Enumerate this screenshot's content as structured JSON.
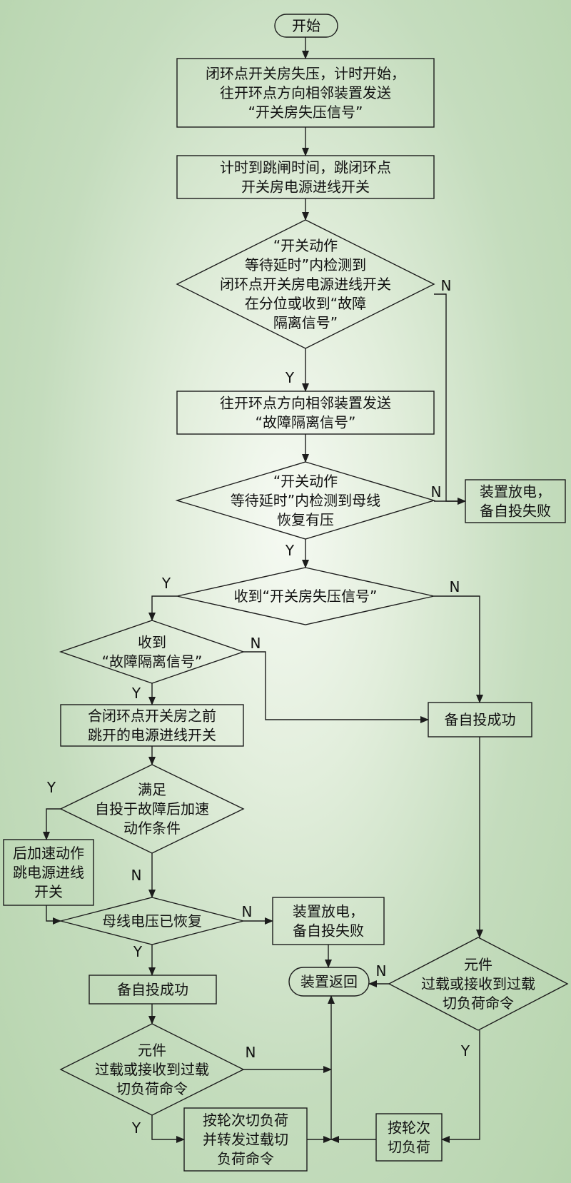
{
  "nodes": {
    "start": [
      "开始"
    ],
    "n1": [
      "闭环点开关房失压，计时开始，",
      "往开环点方向相邻装置发送",
      "“开关房失压信号”"
    ],
    "n2": [
      "计时到跳闸时间，跳闭环点",
      "开关房电源进线开关"
    ],
    "d1": [
      "“开关动作",
      "等待延时”内检测到",
      "闭环点开关房电源进线开关",
      "在分位或收到“故障",
      "隔离信号”"
    ],
    "n3": [
      "往开环点方向相邻装置发送",
      "“故障隔离信号”"
    ],
    "d2": [
      "“开关动作",
      "等待延时”内检测到母线",
      "恢复有压"
    ],
    "fail1": [
      "装置放电，",
      "备自投失败"
    ],
    "d3": [
      "收到“开关房失压信号”"
    ],
    "d4": [
      "收到",
      "“故障隔离信号”"
    ],
    "n4": [
      "合闭环点开关房之前",
      "跳开的电源进线开关"
    ],
    "succ1": [
      "备自投成功"
    ],
    "d5": [
      "满足",
      "自投于故障后加速",
      "动作条件"
    ],
    "n5": [
      "后加速动作",
      "跳电源进线",
      "开关"
    ],
    "d6": [
      "母线电压已恢复"
    ],
    "fail2": [
      "装置放电，",
      "备自投失败"
    ],
    "d7": [
      "元件",
      "过载或接收到过载",
      "切负荷命令"
    ],
    "succ2": [
      "备自投成功"
    ],
    "ret": [
      "装置返回"
    ],
    "d8": [
      "元件",
      "过载或接收到过载",
      "切负荷命令"
    ],
    "n6": [
      "按轮次切负荷",
      "并转发过载切",
      "负荷命令"
    ],
    "n7": [
      "按轮次",
      "切负荷"
    ]
  },
  "labels": {
    "yes": "Y",
    "no": "N"
  }
}
